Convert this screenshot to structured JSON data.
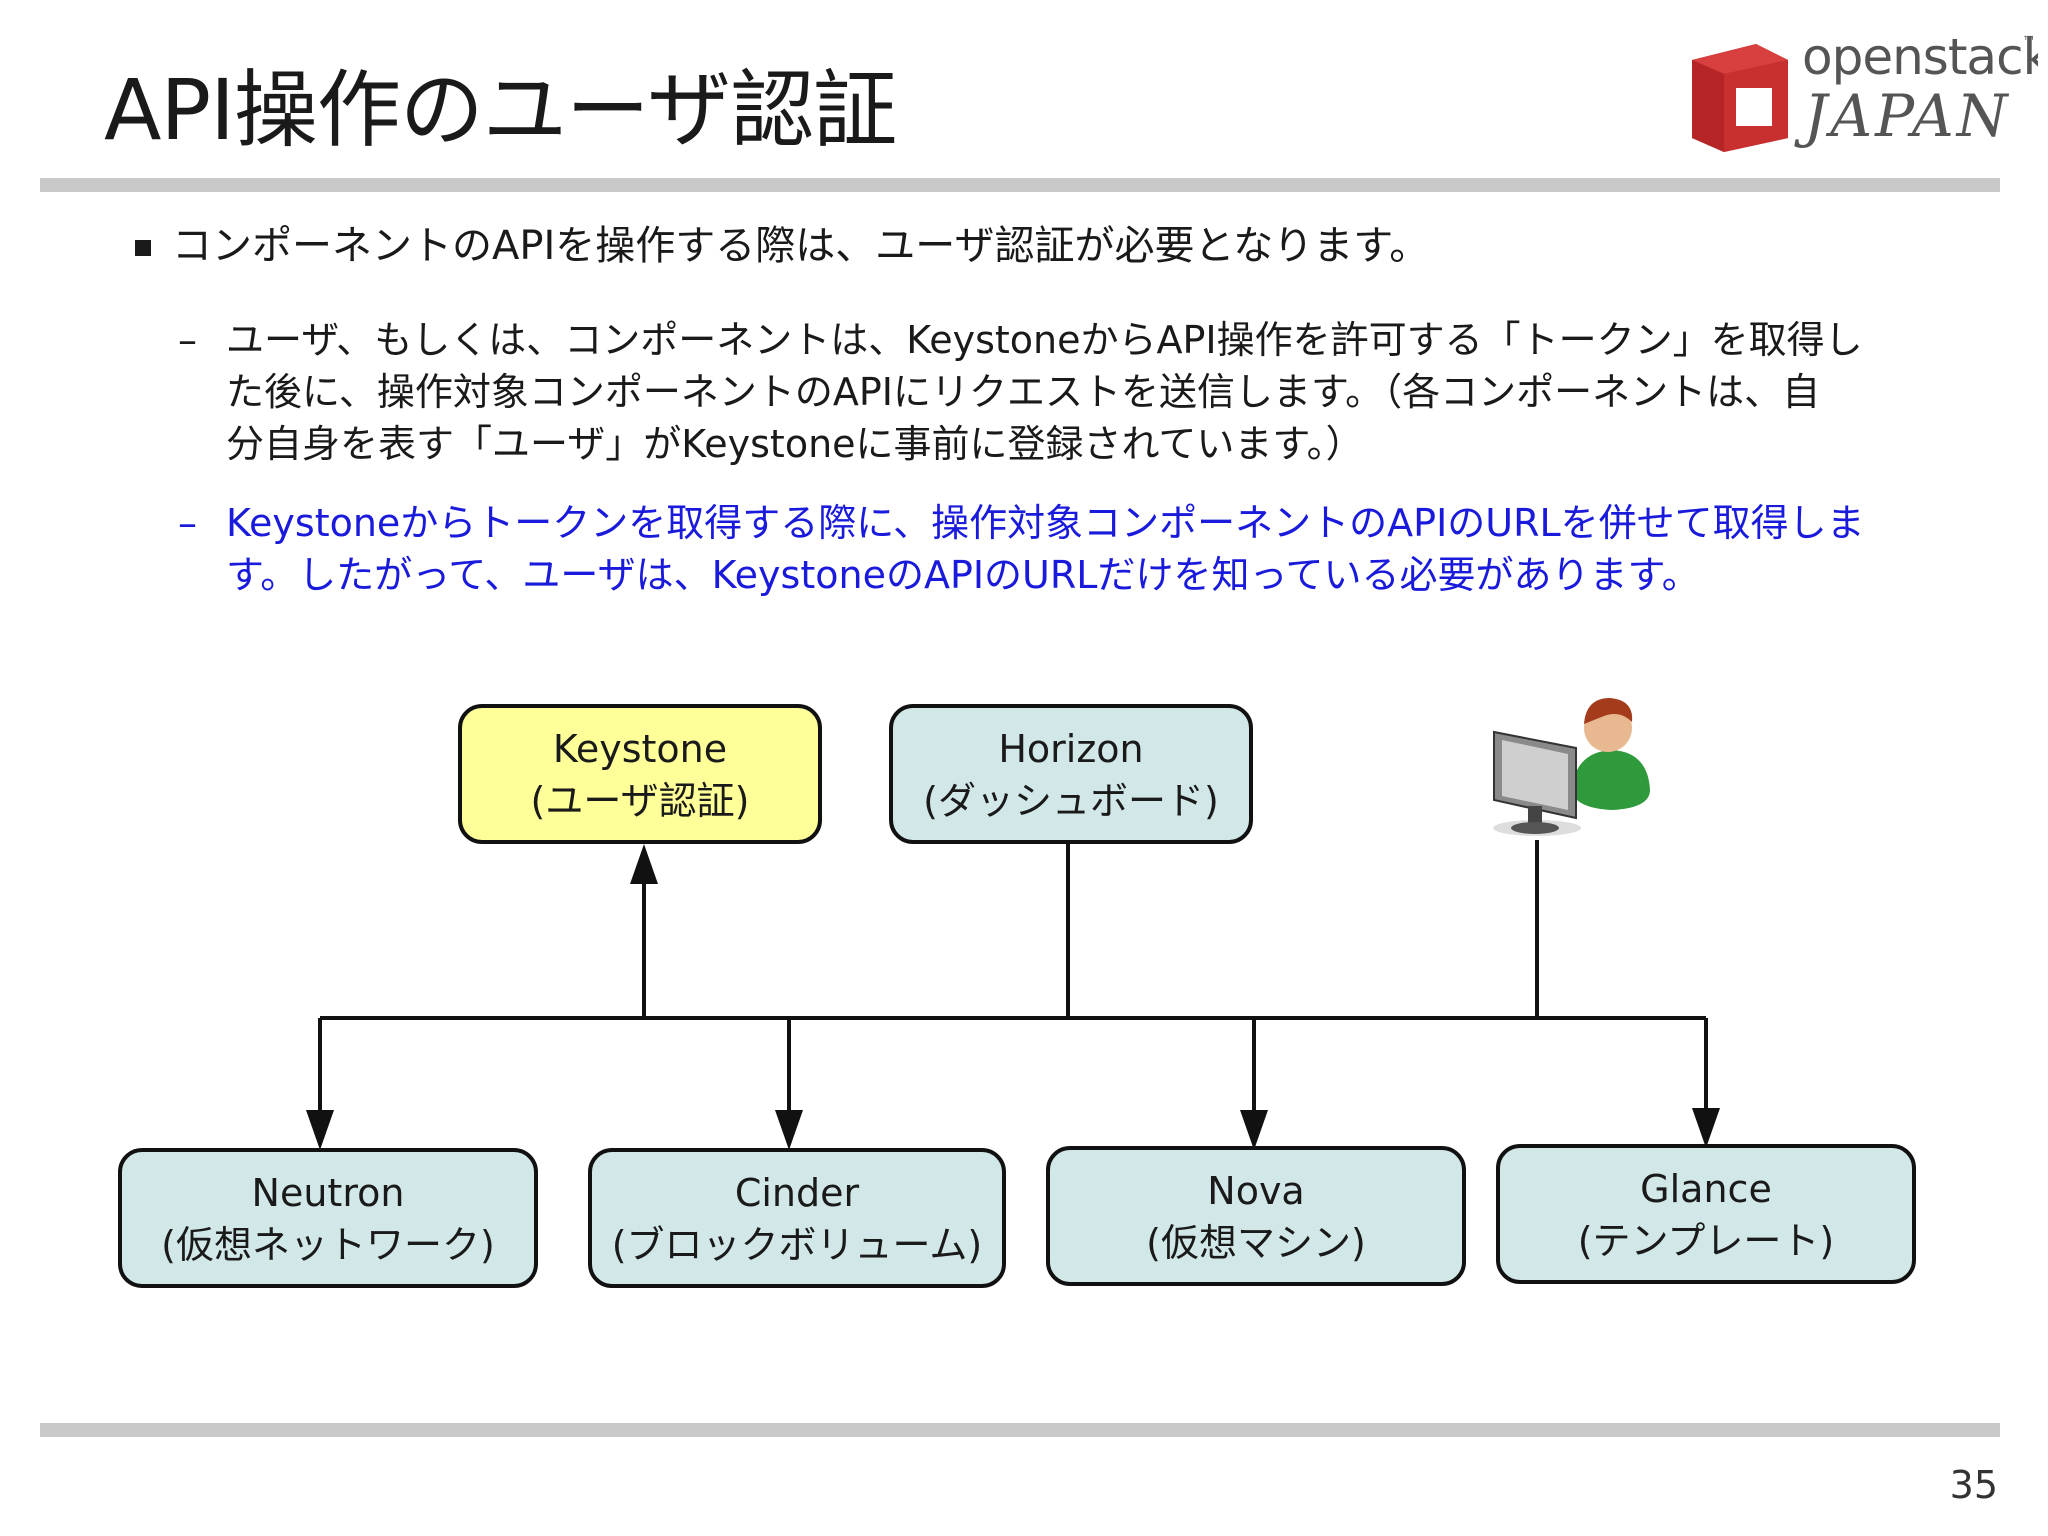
{
  "slide": {
    "title": "API操作のユーザ認証",
    "page_number": "35",
    "logo": {
      "line1": "openstack",
      "tm": "™",
      "line2": "JAPAN"
    }
  },
  "bullets": {
    "main": "コンポーネントのAPIを操作する際は、ユーザ認証が必要となります。",
    "dash_symbol": "–",
    "sub1": {
      "lines": [
        "ユーザ、もしくは、コンポーネントは、KeystoneからAPI操作を許可する「トークン」を取得し",
        "た後に、操作対象コンポーネントのAPIにリクエストを送信します。（各コンポーネントは、自",
        "分自身を表す「ユーザ」がKeystoneに事前に登録されています。）"
      ]
    },
    "sub2": {
      "lines": [
        "Keystoneからトークンを取得する際に、操作対象コンポーネントのAPIのURLを併せて取得しま",
        "す。したがって、ユーザは、KeystoneのAPIのURLだけを知っている必要があります。"
      ]
    }
  },
  "diagram": {
    "nodes": {
      "keystone": {
        "name": "Keystone",
        "role": "(ユーザ認証)"
      },
      "horizon": {
        "name": "Horizon",
        "role": "(ダッシュボード)"
      },
      "neutron": {
        "name": "Neutron",
        "role": "(仮想ネットワーク)"
      },
      "cinder": {
        "name": "Cinder",
        "role": "(ブロックボリューム)"
      },
      "nova": {
        "name": "Nova",
        "role": "(仮想マシン)"
      },
      "glance": {
        "name": "Glance",
        "role": "(テンプレート)"
      }
    },
    "user_icon": "user-at-computer-icon",
    "colors": {
      "keystone_fill": "#ffff99",
      "component_fill": "#d2e8e8",
      "stroke": "#111111"
    }
  }
}
